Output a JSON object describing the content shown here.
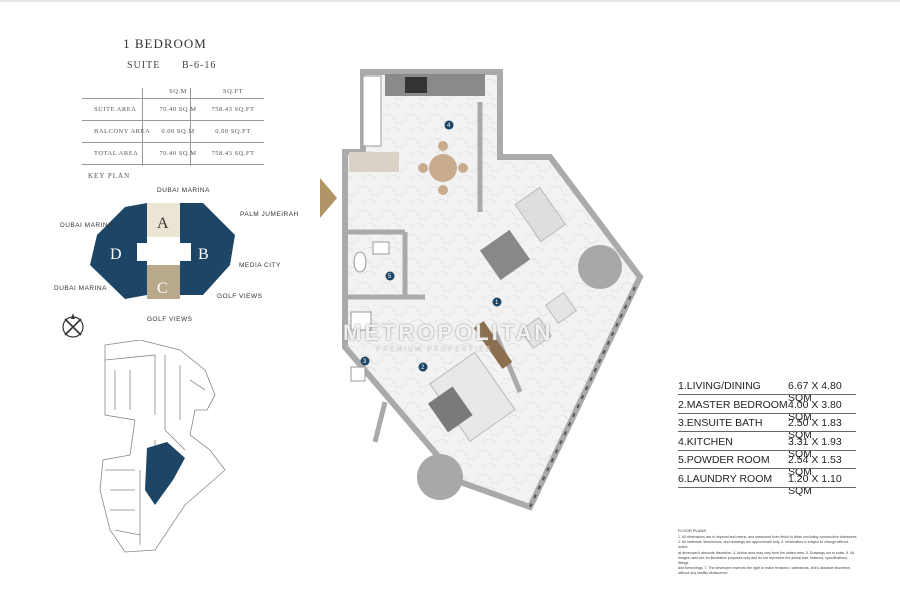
{
  "unit": {
    "title": "1 BEDROOM",
    "suite_label": "SUITE",
    "suite_code": "B-6-16"
  },
  "area_table": {
    "headers": [
      "SQ.M",
      "SQ.FT"
    ],
    "rows": [
      {
        "label": "SUITE AREA",
        "sqm": "70.40 SQ.M",
        "sqft": "758.43 SQ.FT"
      },
      {
        "label": "BALCONY AREA",
        "sqm": "0.00 SQ.M",
        "sqft": "0.00 SQ.FT"
      },
      {
        "label": "TOTAL AREA",
        "sqm": "70.40 SQ.M",
        "sqft": "758.43 SQ.FT"
      }
    ]
  },
  "key_plan": {
    "heading": "KEY PLAN",
    "labels": {
      "top": "DUBAI MARINA",
      "upper_left": "DUBAI MARINA",
      "upper_right": "PALM JUMEIRAH",
      "right": "MEDIA CITY",
      "lower_left": "DUBAI MARINA",
      "lower_right": "GOLF VIEWS",
      "bottom": "GOLF VIEWS"
    },
    "blocks": [
      "A",
      "B",
      "C",
      "D"
    ],
    "colors": {
      "navy": "#1c4566",
      "sand": "#b8a98d",
      "cream": "#ece5d3"
    }
  },
  "rooms": [
    {
      "name": "1.LIVING/DINING",
      "dims": "6.67 X 4.80 SQM"
    },
    {
      "name": "2.MASTER BEDROOM",
      "dims": "4.00 X 3.80 SQM"
    },
    {
      "name": "3.ENSUITE BATH",
      "dims": "2.50 X 1.83 SQM"
    },
    {
      "name": "4.KITCHEN",
      "dims": "3.31 X 1.93 SQM"
    },
    {
      "name": "5.POWDER ROOM",
      "dims": "2.54 X 1.53 SQM"
    },
    {
      "name": "6.LAUNDRY ROOM",
      "dims": "1.20 X 1.10 SQM"
    }
  ],
  "room_numbers": [
    "1",
    "2",
    "3",
    "4",
    "5"
  ],
  "watermark": {
    "main": "METROPOLITAN",
    "sub": "PREMIUM PROPERTIES"
  },
  "notes": {
    "title": "FLOOR PLANS",
    "lines": [
      "1. All dimensions are in imperial and metric, and measured from finish to finish excluding construction tolerances.",
      "2. All materials, dimensions, and drawings are approximate only. 3. Information is subject to change without notice",
      "at developer's absolute discretion. 4. Actual area may vary from the stated area. 5. Drawings not to scale. 6. All",
      "images used are for illustrative purposes only and do not represent the actual size, features, specifications, fittings",
      "and furnishings. 7. The developer reserves the right to make revisions / alterations, at it's absolute discretion,",
      "without any liability whatsoever."
    ]
  },
  "accent_color": "#b09466"
}
